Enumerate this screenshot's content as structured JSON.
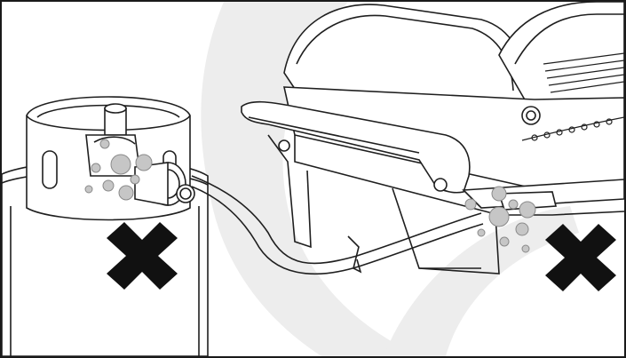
{
  "illustration": {
    "subject": "propane-tank-and-grill-hose-leak-check",
    "marks": [
      {
        "name": "incorrect-x-icon-tank",
        "color": "#111111"
      },
      {
        "name": "incorrect-x-icon-grill",
        "color": "#111111"
      }
    ],
    "colors": {
      "line": "#1f1f1f",
      "background": "#ffffff",
      "background-swoosh": "#ededed",
      "bubble-fill": "#c6c6c6",
      "bubble-stroke": "#8a8a8a",
      "border": "#1a1a1a"
    }
  }
}
